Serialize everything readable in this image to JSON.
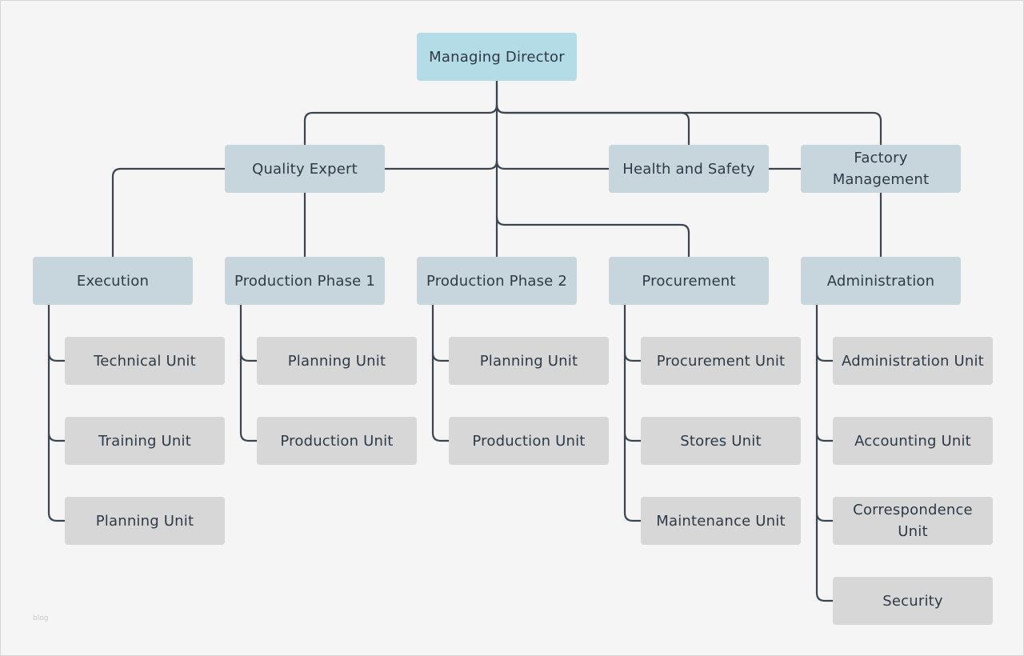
{
  "diagram": {
    "root": {
      "label": "Managing Director"
    },
    "level1": [
      {
        "id": "quality",
        "label": "Quality Expert"
      },
      {
        "id": "health",
        "label": "Health and Safety"
      },
      {
        "id": "factory",
        "label": "Factory Management"
      }
    ],
    "departments": [
      {
        "label": "Execution",
        "units": [
          "Technical Unit",
          "Training Unit",
          "Planning Unit"
        ]
      },
      {
        "label": "Production Phase 1",
        "units": [
          "Planning Unit",
          "Production Unit"
        ]
      },
      {
        "label": "Production Phase 2",
        "units": [
          "Planning Unit",
          "Production Unit"
        ]
      },
      {
        "label": "Procurement",
        "units": [
          "Procurement Unit",
          "Stores Unit",
          "Maintenance Unit"
        ]
      },
      {
        "label": "Administration",
        "units": [
          "Administration Unit",
          "Accounting Unit",
          "Correspondence Unit",
          "Security"
        ]
      }
    ]
  },
  "colors": {
    "root_fill": "#b4dce6",
    "level_fill": "#c7d6dd",
    "unit_fill": "#d7d7d7",
    "connector": "#3b4550",
    "text": "#2e3a46",
    "background": "#f5f5f5"
  },
  "watermark": "blog"
}
